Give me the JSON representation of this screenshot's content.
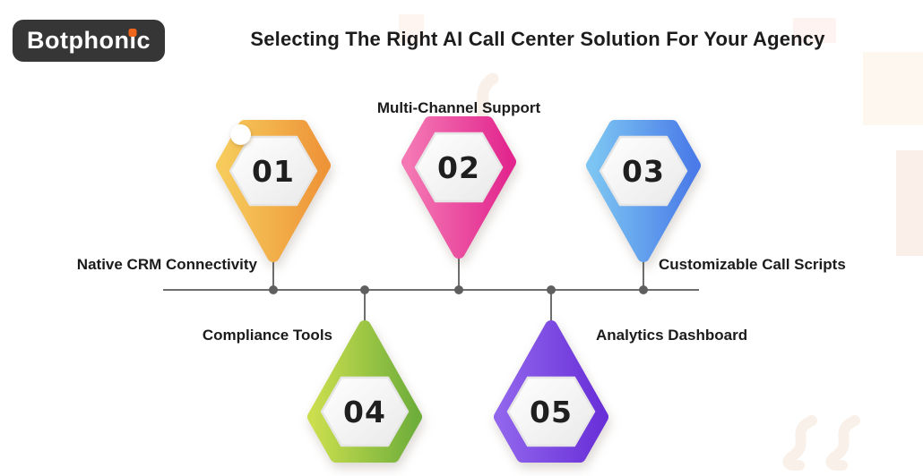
{
  "logo": {
    "part1": "Botphon",
    "part2": "i",
    "part3": "c",
    "full_text": "Botphonic",
    "bg_color": "#363636",
    "text_color": "#FFFFFF",
    "dot_color": "#F0661A"
  },
  "title": {
    "text": "Selecting The Right AI Call Center Solution For Your Agency",
    "color": "#1C1C1C"
  },
  "timeline": {
    "line_color": "#6E6E6E",
    "node_color": "#5F5F5F"
  },
  "pins": [
    {
      "number": "01",
      "label": "Native CRM Connectivity",
      "position": "above-line",
      "color_start": "#F6CB5C",
      "color_end": "#EE9438"
    },
    {
      "number": "02",
      "label": "Multi-Channel Support",
      "position": "above-line",
      "color_start": "#F478B4",
      "color_end": "#E2268E"
    },
    {
      "number": "03",
      "label": "Customizable Call Scripts",
      "position": "above-line",
      "color_start": "#7CC5F2",
      "color_end": "#4A7BE8"
    },
    {
      "number": "04",
      "label": "Compliance Tools",
      "position": "below-line",
      "color_start": "#CADE4E",
      "color_end": "#6FAE3B"
    },
    {
      "number": "05",
      "label": "Analytics Dashboard",
      "position": "below-line",
      "color_start": "#9165EC",
      "color_end": "#6930D8"
    }
  ],
  "hexagon": {
    "face_start": "#FFFFFF",
    "face_end": "#E9E9E9",
    "rim_color": "#E6E6E6"
  }
}
